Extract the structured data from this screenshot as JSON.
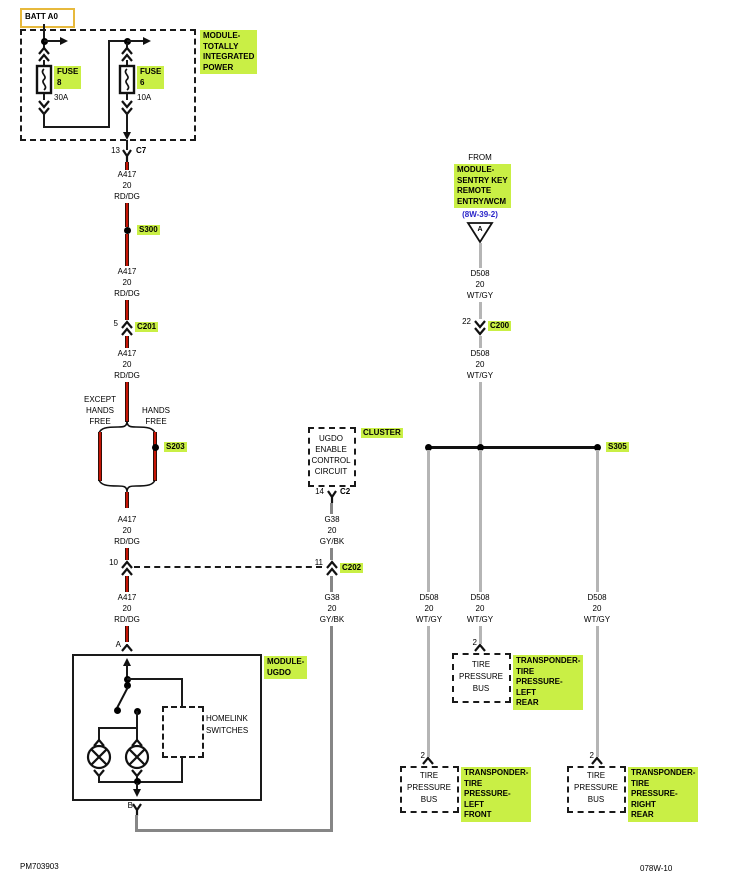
{
  "colors": {
    "highlight": "#c9ef45",
    "wire_red": "#c61405",
    "wire_gray": "#b5b5b5",
    "wire_dark_gray": "#868686",
    "link_blue": "#2a25c9",
    "batt_border": "#e7b93c"
  },
  "batt": {
    "label": "BATT A0"
  },
  "tipm": {
    "label": [
      "MODULE-",
      "TOTALLY",
      "INTEGRATED",
      "POWER"
    ],
    "fuses": [
      {
        "name": "FUSE",
        "number": "8",
        "rating": "30A"
      },
      {
        "name": "FUSE",
        "number": "6",
        "rating": "10A"
      }
    ]
  },
  "left": {
    "c7_pin": "13",
    "c7": "C7",
    "wire": {
      "code": "A417",
      "gauge": "20",
      "color": "RD/DG"
    },
    "s300": "S300",
    "c201_pin": "5",
    "c201": "C201",
    "branch_left": [
      "EXCEPT",
      "HANDS",
      "FREE"
    ],
    "branch_right": [
      "HANDS",
      "FREE"
    ],
    "s203": "S203",
    "c202_pin": "10",
    "pin_a": "A"
  },
  "cluster": {
    "label": "CLUSTER",
    "circuit": [
      "UGDO",
      "ENABLE",
      "CONTROL",
      "CIRCUIT"
    ],
    "c2_pin": "14",
    "c2": "C2",
    "wire": {
      "code": "G38",
      "gauge": "20",
      "color": "GY/BK"
    },
    "c202_pin": "11",
    "c202": "C202"
  },
  "ugdo": {
    "label": [
      "MODULE-",
      "UGDO"
    ],
    "homelink": [
      "HOMELINK",
      "SWITCHES"
    ],
    "pin_b": "B"
  },
  "right": {
    "from": "FROM",
    "source": [
      "MODULE-",
      "SENTRY KEY",
      "REMOTE",
      "ENTRY/WCM"
    ],
    "ref": "(8W-39-2)",
    "triangle": "A",
    "wire": {
      "code": "D508",
      "gauge": "20",
      "color": "WT/GY"
    },
    "c200_pin": "22",
    "c200": "C200",
    "s305": "S305",
    "pin2": "2",
    "bus_box": [
      "TIRE",
      "PRESSURE",
      "BUS"
    ],
    "transponders": {
      "left_rear": [
        "TRANSPONDER-",
        "TIRE",
        "PRESSURE-",
        "LEFT",
        "REAR"
      ],
      "left_front": [
        "TRANSPONDER-",
        "TIRE",
        "PRESSURE-",
        "LEFT",
        "FRONT"
      ],
      "right_rear": [
        "TRANSPONDER-",
        "TIRE",
        "PRESSURE-",
        "RIGHT",
        "REAR"
      ]
    }
  },
  "footer": {
    "left": "PM703903",
    "right": "078W-10"
  }
}
